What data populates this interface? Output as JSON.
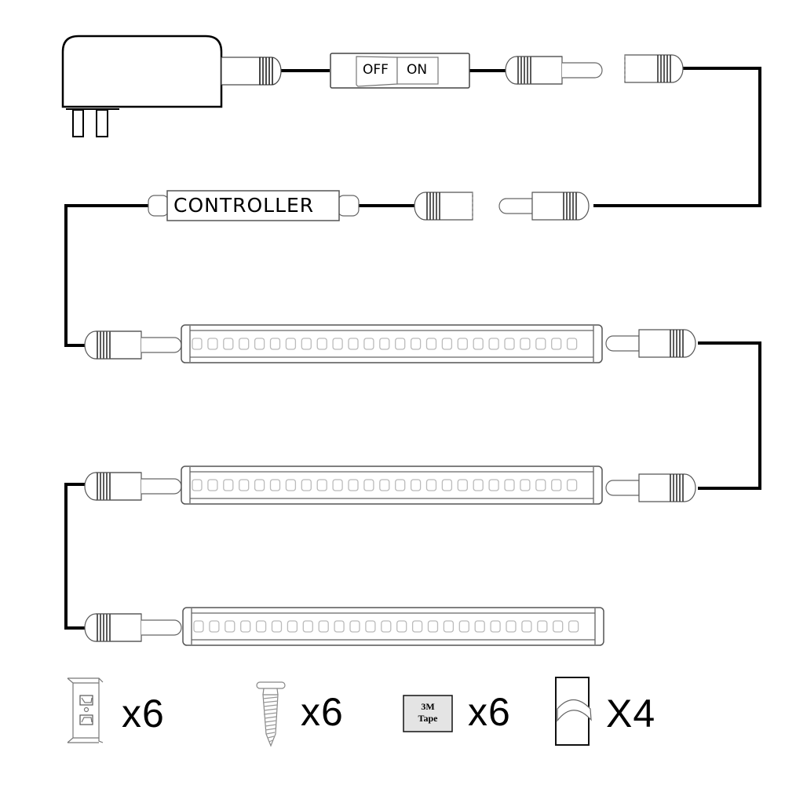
{
  "diagram": {
    "title": "LED under-cabinet light bar kit connection diagram",
    "colors": {
      "cable": "#000000",
      "outline": "#333333",
      "led": "#bbbbbb",
      "tape_fill": "#e4e4e4"
    }
  },
  "components": {
    "power_adapter": {
      "label": "power-adapter"
    },
    "switch": {
      "off_label": "OFF",
      "on_label": "ON"
    },
    "controller": {
      "label": "CONTROLLER"
    },
    "light_bars": [
      {
        "id": "bar-1",
        "led_count": 25
      },
      {
        "id": "bar-2",
        "led_count": 25
      },
      {
        "id": "bar-3",
        "led_count": 25
      }
    ]
  },
  "accessories": [
    {
      "name": "mounting-clip",
      "quantity": "x6"
    },
    {
      "name": "screw",
      "quantity": "x6"
    },
    {
      "name": "3m-tape",
      "label_line1": "3M",
      "label_line2": "Tape",
      "quantity": "x6"
    },
    {
      "name": "end-cap",
      "quantity": "X4"
    }
  ]
}
